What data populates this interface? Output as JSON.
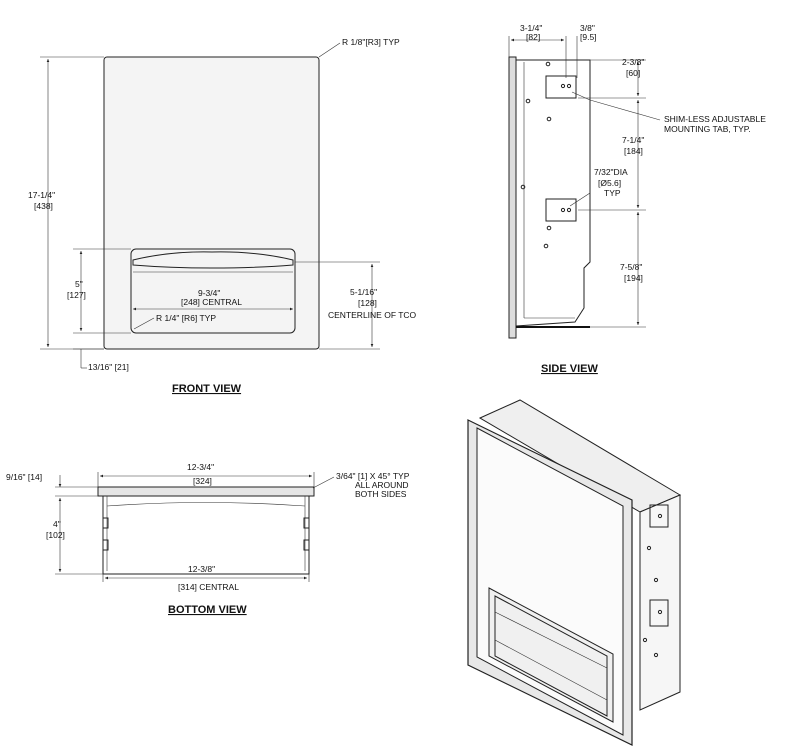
{
  "views": {
    "front": "FRONT VIEW",
    "side": "SIDE VIEW",
    "bottom": "BOTTOM VIEW"
  },
  "front": {
    "corner_radius": "R 1/8\"[R3] TYP",
    "height_in": "17-1/4\"",
    "height_mm": "[438]",
    "opening_h_in": "5\"",
    "opening_h_mm": "[127]",
    "opening_w_in": "9-3/4\"",
    "opening_w_mm": "[248] CENTRAL",
    "opening_radius": "R 1/4\" [R6] TYP",
    "tco_in": "5-1/16\"",
    "tco_mm": "[128]",
    "tco_note": "CENTERLINE OF TCO",
    "bottom_offset": "13/16\" [21]"
  },
  "side": {
    "depth_in": "3-1/4\"",
    "depth_mm": "[82]",
    "flange_in": "3/8\"",
    "flange_mm": "[9.5]",
    "top_in": "2-3/8\"",
    "top_mm": "[60]",
    "tab_note_1": "SHIM-LESS ADJUSTABLE",
    "tab_note_2": "MOUNTING TAB, TYP.",
    "mid_in": "7-1/4\"",
    "mid_mm": "[184]",
    "hole_1": "7/32\"DIA",
    "hole_2": "[Ø5.6]",
    "hole_3": "TYP",
    "low_in": "7-5/8\"",
    "low_mm": "[194]"
  },
  "bottom": {
    "flange_in": "9/16\" [14]",
    "width_in": "12-3/4\"",
    "width_mm": "[324]",
    "chamfer_1": "3/64\" [1] X 45° TYP",
    "chamfer_2": "ALL AROUND",
    "chamfer_3": "BOTH SIDES",
    "depth_in": "4\"",
    "depth_mm": "[102]",
    "inner_w_in": "12-3/8\"",
    "inner_w_mm": "[314] CENTRAL"
  }
}
